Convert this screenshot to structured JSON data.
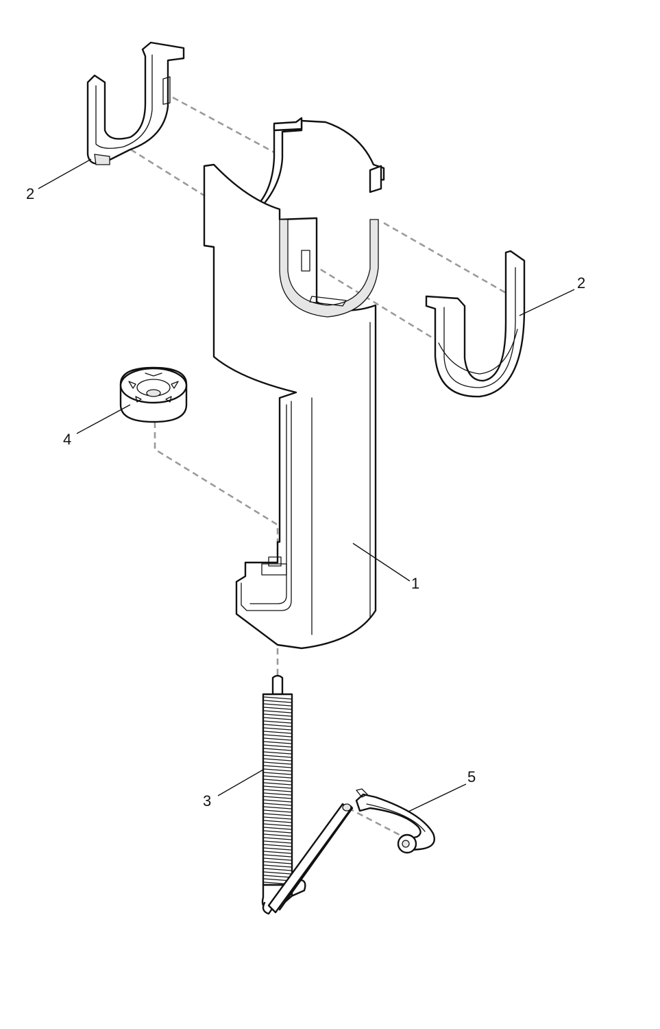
{
  "callouts": {
    "housing": "1",
    "clip_left": "2",
    "clip_right": "2",
    "threaded_rod": "3",
    "washer": "4",
    "retaining_clip": "5"
  }
}
